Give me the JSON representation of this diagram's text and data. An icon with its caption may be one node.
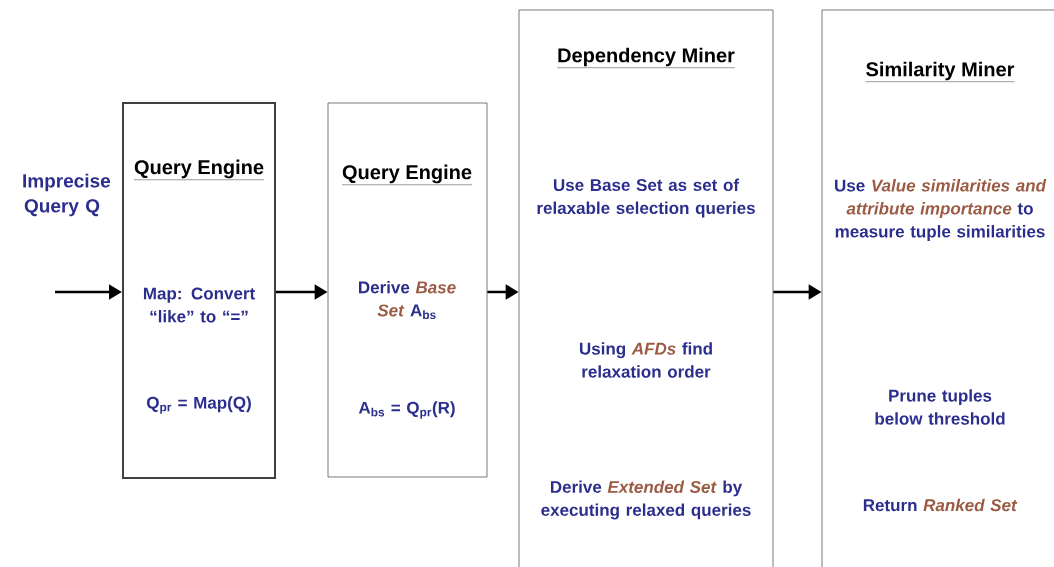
{
  "diagram": {
    "nodes": [
      {
        "text": [
          "Query Engine",
          "Map: Convert “like” to “=”",
          "Q$_{pr}$ = Map(Q)"
        ]
      },
      {
        "text": [
          "Query Engine",
          "Derive *Base Set* A$_{bs}$",
          "A$_{bs}$ = Q$_{pr}$(R)"
        ]
      },
      {
        "text": [
          "Dependency Miner",
          "Use Base Set as set of relaxable selection queries",
          "Using *AFDs* find relaxation order",
          "Derive *Extended Set* by executing relaxed queries"
        ]
      },
      {
        "text": [
          "Similarity Miner",
          "Use *Value similarities and attribute importance* to measure tuple similarities",
          "Prune tuples below threshold",
          "Return *Ranked Set*"
        ]
      }
    ],
    "edges": [
      {
        "from": null,
        "to": 0,
        "arrow": "to",
        "label": "Imprecise Query Q"
      },
      {
        "from": 0,
        "to": 1,
        "arrow": "to"
      },
      {
        "from": 1,
        "to": 2,
        "arrow": "to"
      },
      {
        "from": 2,
        "to": 3,
        "arrow": "to"
      }
    ]
  }
}
